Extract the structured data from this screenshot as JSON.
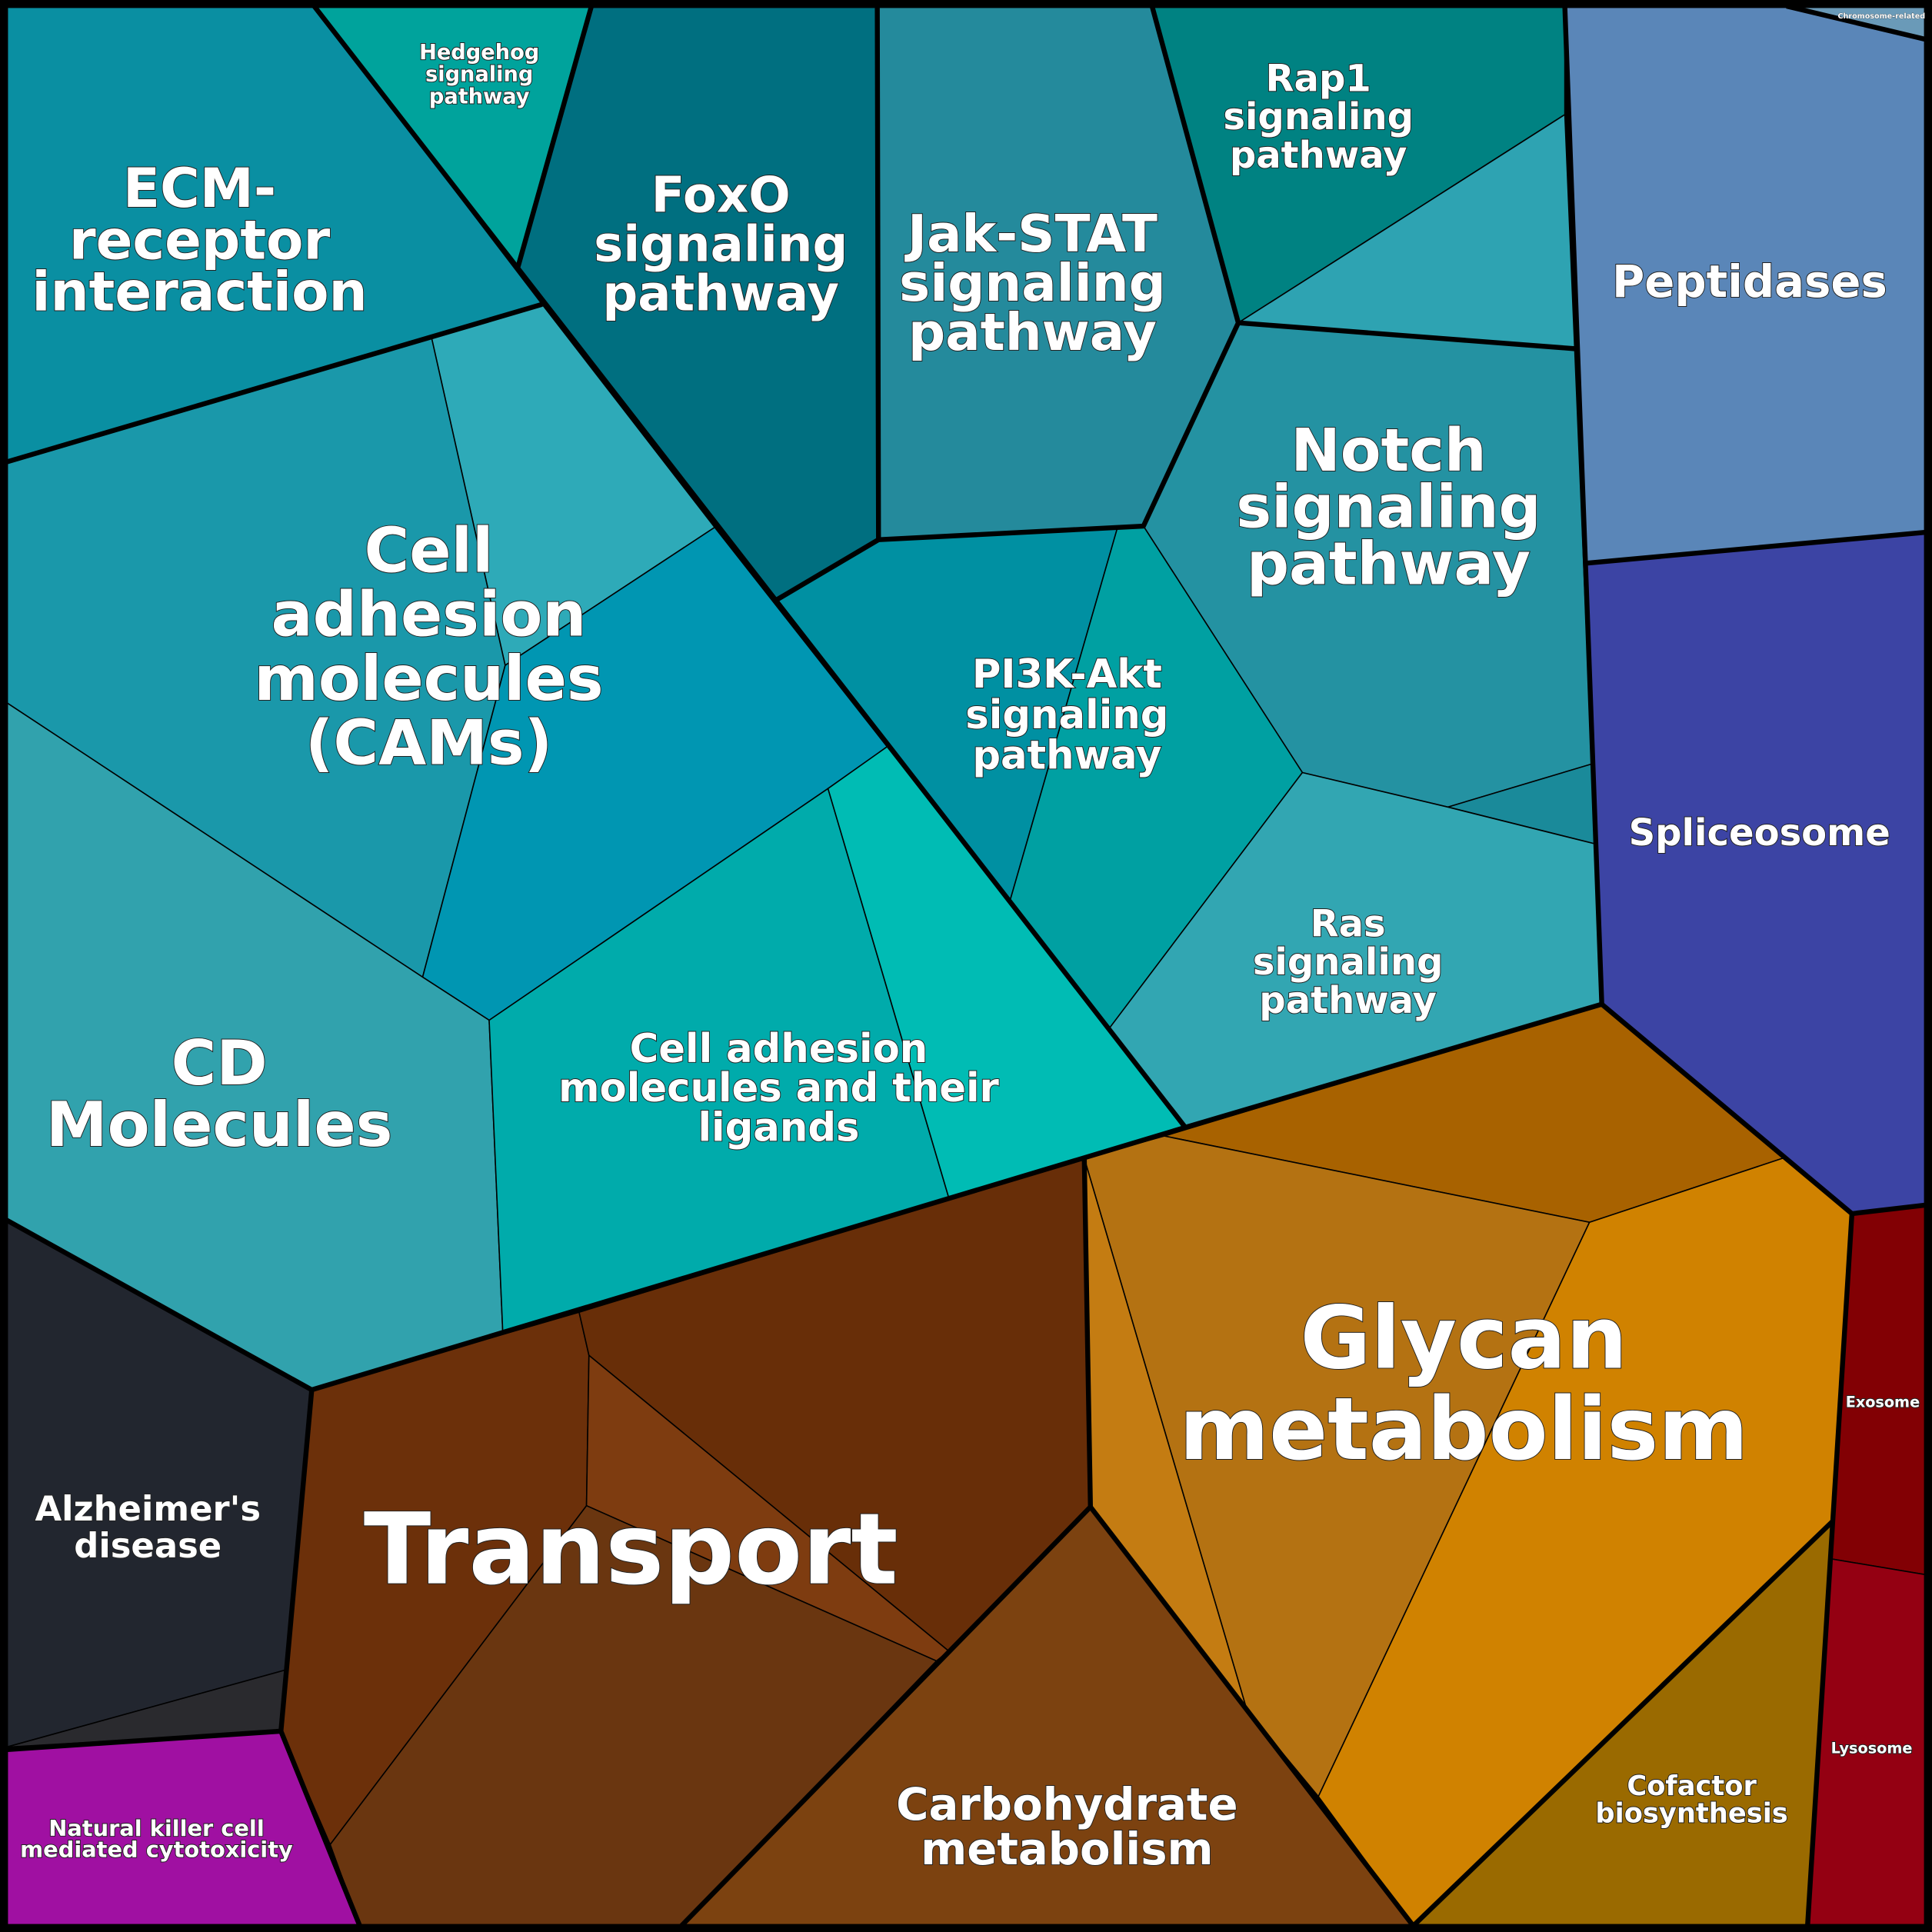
{
  "title": "Voronoi treemap of pathways",
  "cells": {
    "ecm": {
      "label": [
        "ECM-",
        "receptor",
        "interaction"
      ],
      "color": "#0a8fa2"
    },
    "hedgehog": {
      "label": [
        "Hedgehog",
        "signaling",
        "pathway"
      ],
      "color": "#00a39c"
    },
    "foxo": {
      "label": [
        "FoxO",
        "signaling",
        "pathway"
      ],
      "color": "#006f80"
    },
    "cams": {
      "label": [
        "Cell",
        "adhesion",
        "molecules",
        "(CAMs)"
      ],
      "color": "#1a98aa"
    },
    "cams_a": {
      "color": "#2eaab8"
    },
    "cams_b": {
      "color": "#0096b2"
    },
    "cd": {
      "label": [
        "CD",
        "Molecules"
      ],
      "color": "#31a2ad"
    },
    "ligands": {
      "label": [
        "Cell adhesion",
        "molecules and their",
        "ligands"
      ],
      "color": "#00abab"
    },
    "ligands_b": {
      "color": "#00bcb4"
    },
    "jakstat": {
      "label": [
        "Jak-STAT",
        "signaling",
        "pathway"
      ],
      "color": "#248a9c"
    },
    "rap1": {
      "label": [
        "Rap1",
        "signaling",
        "pathway"
      ],
      "color": "#008282"
    },
    "rap1_b": {
      "color": "#2ea3b2"
    },
    "notch": {
      "label": [
        "Notch",
        "signaling",
        "pathway"
      ],
      "color": "#2492a2"
    },
    "notch_b": {
      "color": "#1a8a9a"
    },
    "pi3k": {
      "label": [
        "PI3K-Akt",
        "signaling",
        "pathway"
      ],
      "color": "#0090a2"
    },
    "pi3k_b": {
      "color": "#00a0a2"
    },
    "ras": {
      "label": [
        "Ras",
        "signaling",
        "pathway"
      ],
      "color": "#32a6b2"
    },
    "peptidases": {
      "label": [
        "Peptidases"
      ],
      "color": "#5a86b8"
    },
    "chromosome": {
      "label": [
        "Chromosome-related"
      ],
      "color": "#6a9ab8"
    },
    "spliceosome": {
      "label": [
        "Spliceosome"
      ],
      "color": "#3c44a4"
    },
    "alzheimers": {
      "label": [
        "Alzheimer's",
        "disease"
      ],
      "color": "#22262f"
    },
    "alzheimers_b": {
      "color": "#2a2a2e"
    },
    "nk": {
      "label": [
        "Natural killer cell",
        "mediated cytotoxicity"
      ],
      "color": "#a010a2"
    },
    "transport": {
      "label": [
        "Transport"
      ],
      "color": "#6c300a"
    },
    "transport_b": {
      "color": "#682e08"
    },
    "transport_c": {
      "color": "#7e3c10"
    },
    "transport_d": {
      "color": "#6a3610"
    },
    "carbohydrate": {
      "label": [
        "Carbohydrate",
        "metabolism"
      ],
      "color": "#7c4210"
    },
    "glycan": {
      "label": [
        "Glycan",
        "metabolism"
      ],
      "color": "#b47212"
    },
    "glycan_a": {
      "color": "#a86200"
    },
    "glycan_c": {
      "color": "#c47c12"
    },
    "glycan_d": {
      "color": "#d08200"
    },
    "cofactor": {
      "label": [
        "Cofactor",
        "biosynthesis"
      ],
      "color": "#9a6a00"
    },
    "exosome": {
      "label": [
        "Exosome"
      ],
      "color": "#820004"
    },
    "lysosome": {
      "label": [
        "Lysosome"
      ],
      "color": "#940012"
    }
  }
}
